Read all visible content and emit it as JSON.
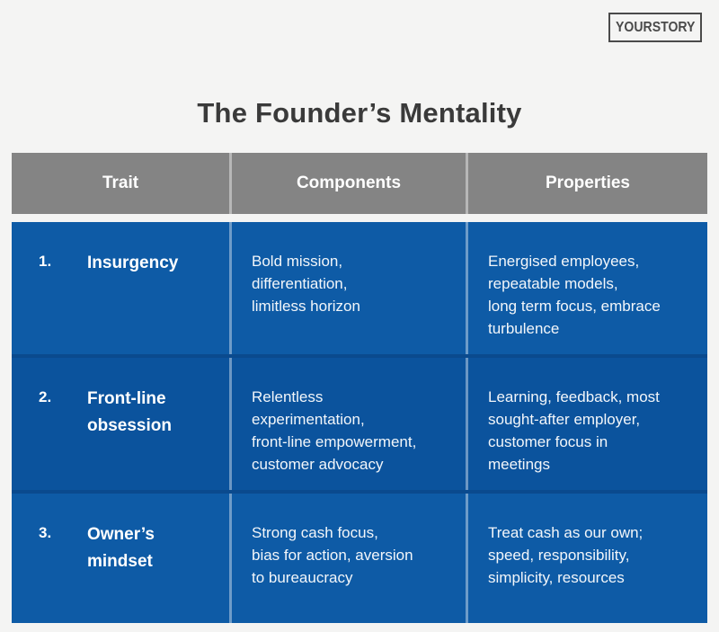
{
  "page": {
    "background": "#f4f4f3"
  },
  "logo": {
    "text": "YOURSTORY"
  },
  "title": "The Founder’s Mentality",
  "table": {
    "colors": {
      "header_bg": "#848484",
      "header_text": "#ffffff",
      "row_blue": "#0e5ba6",
      "row_blue_alt": "#0b539d",
      "row_divider": "#0a4a8e",
      "cell_text": "#ffffff"
    },
    "columns": [
      "Trait",
      "Components",
      "Properties"
    ],
    "rows": [
      {
        "number": "1.",
        "trait": "Insurgency",
        "components": "Bold mission,\ndifferentiation,\nlimitless horizon",
        "properties": "Energised employees,\nrepeatable models,\nlong term focus, embrace\nturbulence"
      },
      {
        "number": "2.",
        "trait": "Front-line\nobsession",
        "components": "Relentless\nexperimentation,\nfront-line empowerment,\ncustomer advocacy",
        "properties": "Learning, feedback, most\nsought-after employer,\ncustomer focus in\nmeetings"
      },
      {
        "number": "3.",
        "trait": "Owner’s\nmindset",
        "components": "Strong cash focus,\nbias for action, aversion\nto bureaucracy",
        "properties": "Treat cash as our own;\nspeed, responsibility,\nsimplicity, resources"
      }
    ]
  }
}
